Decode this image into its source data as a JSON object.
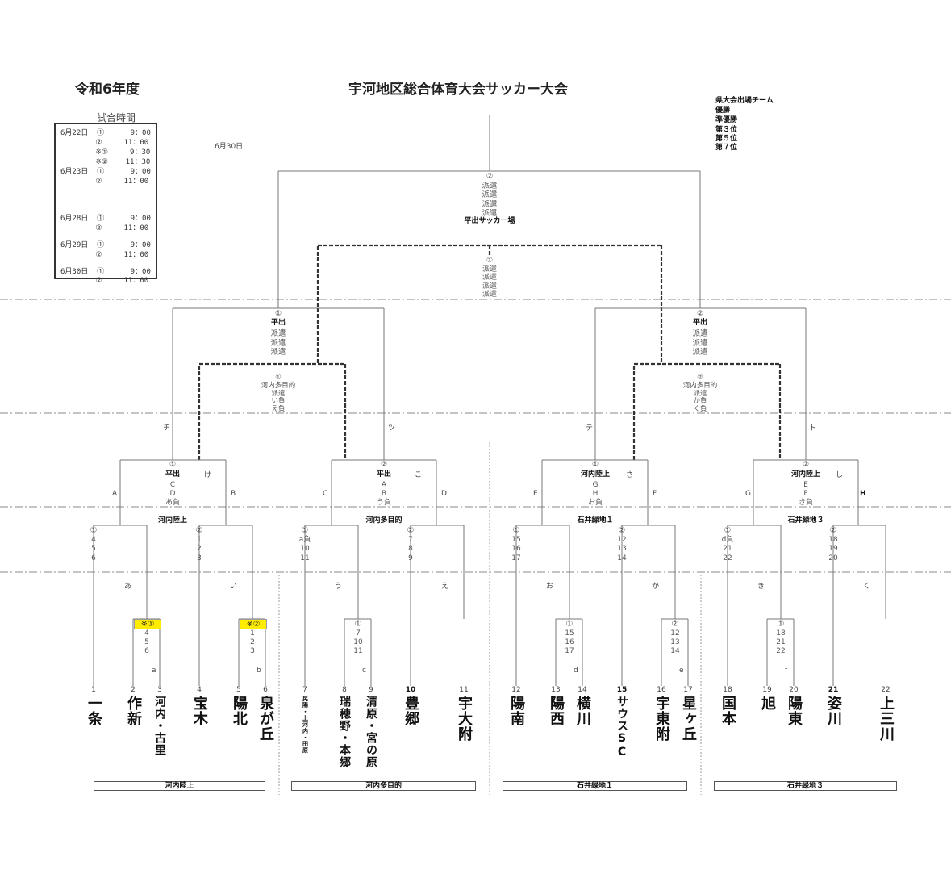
{
  "header": {
    "year": "令和6年度",
    "title": "宇河地区総合体育大会サッカー大会",
    "date_final": "6月30日"
  },
  "qualifiers": {
    "heading": "県大会出場チーム",
    "items": [
      "優勝",
      "準優勝",
      "第３位",
      "第５位",
      "第７位"
    ]
  },
  "schedule": {
    "title": "試合時間",
    "rows": [
      {
        "date": "6月22日",
        "slot": "①",
        "time": "9：00"
      },
      {
        "date": "",
        "slot": "②",
        "time": "11：00"
      },
      {
        "date": "",
        "slot": "※①",
        "time": "9：30"
      },
      {
        "date": "",
        "slot": "※②",
        "time": "11：30"
      },
      {
        "date": "6月23日",
        "slot": "①",
        "time": "9：00"
      },
      {
        "date": "",
        "slot": "②",
        "time": "11：00"
      },
      {
        "date": "6月28日",
        "slot": "①",
        "time": "9：00"
      },
      {
        "date": "",
        "slot": "②",
        "time": "11：00"
      },
      {
        "date": "6月29日",
        "slot": "①",
        "time": "9：00"
      },
      {
        "date": "",
        "slot": "②",
        "time": "11：00"
      },
      {
        "date": "6月30日",
        "slot": "①",
        "time": "9：00"
      },
      {
        "date": "",
        "slot": "②",
        "time": "11：00"
      }
    ]
  },
  "final": {
    "match": "②\n派遣\n派遣\n派遣\n派遣",
    "venue": "平出サッカー場",
    "third_place": "①\n派遣\n派遣\n派遣\n派遣"
  },
  "semis": {
    "left": {
      "match": "①",
      "venue": "平出",
      "refs": "派遣\n派遣\n派遣"
    },
    "right": {
      "match": "②",
      "venue": "平出",
      "refs": "派遣\n派遣\n派遣"
    }
  },
  "fifth": {
    "left": {
      "text": "①\n河内多目的\n派遣\nい負\nえ負"
    },
    "right": {
      "text": "②\n河内多目的\n派遣\nか負\nく負"
    }
  },
  "round_labels": {
    "chi": "チ",
    "tsu": "ツ",
    "te": "テ",
    "to": "ト",
    "ke": "け",
    "ko": "こ",
    "sa": "さ",
    "shi": "し",
    "A": "A",
    "B": "B",
    "C": "C",
    "D": "D",
    "E": "E",
    "F": "F",
    "G": "G",
    "H": "H",
    "a": "あ",
    "i": "い",
    "u": "う",
    "e": "え",
    "o": "お",
    "ka": "か",
    "ki": "き",
    "ku": "く",
    "la": "a",
    "lb": "b",
    "lc": "c",
    "ld": "d",
    "le": "e",
    "lf": "f"
  },
  "quarters": [
    {
      "match": "①",
      "venue": "平出",
      "refs": "C\nD\nあ負"
    },
    {
      "match": "②",
      "venue": "平出",
      "refs": "A\nB\nう負"
    },
    {
      "match": "①",
      "venue": "河内陸上",
      "refs": "G\nH\nお負"
    },
    {
      "match": "②",
      "venue": "河内陸上",
      "refs": "E\nF\nき負"
    }
  ],
  "r2_venues": [
    "河内陸上",
    "河内多目的",
    "石井緑地１",
    "石井緑地３"
  ],
  "r2_matches": [
    {
      "match": "①",
      "refs": "4\n5\n6"
    },
    {
      "match": "②",
      "refs": "1\n2\n3"
    },
    {
      "match": "①",
      "refs": "a負\n10\n11"
    },
    {
      "match": "②",
      "refs": "7\n8\n9"
    },
    {
      "match": "①",
      "refs": "15\n16\n17"
    },
    {
      "match": "②",
      "refs": "12\n13\n14"
    },
    {
      "match": "①",
      "refs": "d負\n21\n22"
    },
    {
      "match": "②",
      "refs": "18\n19\n20"
    }
  ],
  "r1_matches": [
    {
      "match": "※①",
      "refs": "4\n5\n6"
    },
    {
      "match": "※②",
      "refs": "1\n2\n3"
    },
    {
      "match": "①",
      "refs": "7\n10\n11"
    },
    {
      "match": "①",
      "refs": "15\n16\n17"
    },
    {
      "match": "②",
      "refs": "12\n13\n14"
    },
    {
      "match": "①",
      "refs": "18\n21\n22"
    }
  ],
  "teams": [
    {
      "num": "1",
      "name": "一条"
    },
    {
      "num": "2",
      "name": "作新"
    },
    {
      "num": "3",
      "name": "河内・古里"
    },
    {
      "num": "4",
      "name": "宝木"
    },
    {
      "num": "5",
      "name": "陽北"
    },
    {
      "num": "6",
      "name": "泉が丘"
    },
    {
      "num": "7",
      "name": "晃陽・上河内・田原"
    },
    {
      "num": "8",
      "name": "瑞穂野・本郷"
    },
    {
      "num": "9",
      "name": "清原・宮の原"
    },
    {
      "num": "10",
      "name": "豊郷"
    },
    {
      "num": "11",
      "name": "宇大附"
    },
    {
      "num": "12",
      "name": "陽南"
    },
    {
      "num": "13",
      "name": "陽西"
    },
    {
      "num": "14",
      "name": "横川"
    },
    {
      "num": "15",
      "name": "サウスSC"
    },
    {
      "num": "16",
      "name": "宇東附"
    },
    {
      "num": "17",
      "name": "星ヶ丘"
    },
    {
      "num": "18",
      "name": "国本"
    },
    {
      "num": "19",
      "name": "旭"
    },
    {
      "num": "20",
      "name": "陽東"
    },
    {
      "num": "21",
      "name": "姿川"
    },
    {
      "num": "22",
      "name": "上三川"
    }
  ],
  "bottom_venues": [
    "河内陸上",
    "河内多目的",
    "石井緑地１",
    "石井緑地３"
  ]
}
